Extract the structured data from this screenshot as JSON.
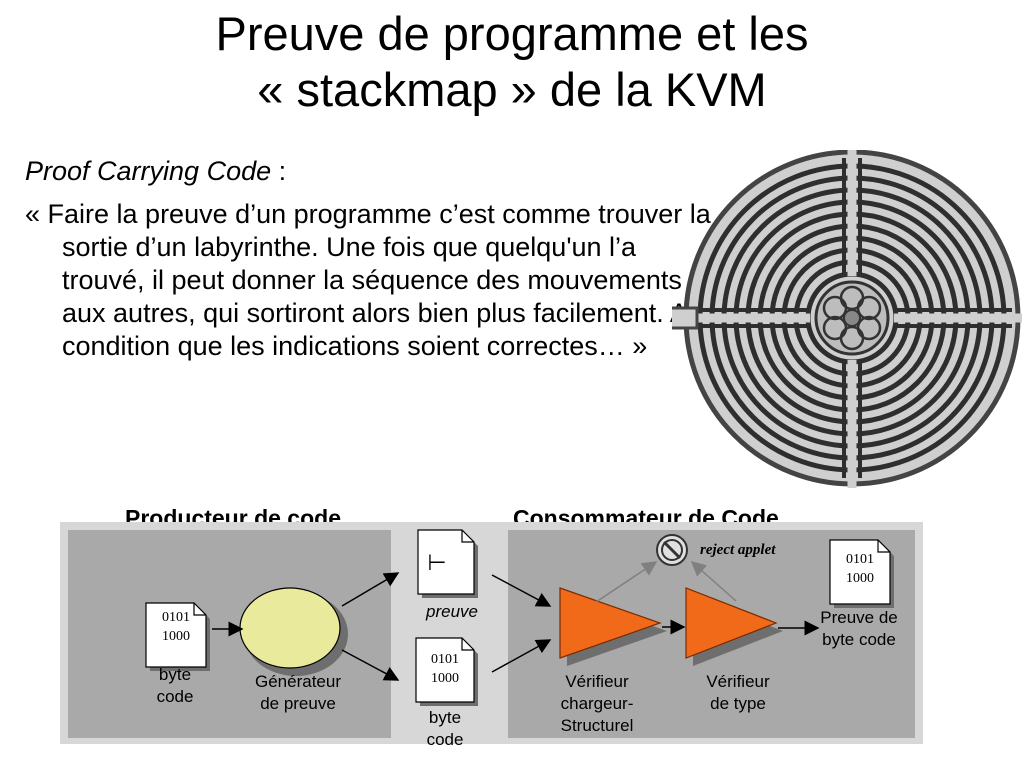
{
  "title_line1": "Preuve de programme et les",
  "title_line2": "« stackmap » de la KVM",
  "subtitle_em": "Proof Carrying Code",
  "subtitle_rest": " :",
  "quote": "« Faire la preuve d’un programme c’est comme trouver la sortie d’un labyrinthe. Une fois que quelqu'un l’a trouvé, il peut donner la séquence des mouvements aux autres, qui sortiront alors bien plus facilement. A condition que les indications soient correctes… »",
  "diagram": {
    "producer_label": "Producteur de code",
    "consumer_label": "Consommateur de Code",
    "bytecode_doc_l1": "0101",
    "bytecode_doc_l2": "1000",
    "byte_code_l1": "byte",
    "byte_code_l2": "code",
    "generator_l1": "Générateur",
    "generator_l2": "de preuve",
    "proof_symbol": "⊢",
    "preuve_label": "preuve",
    "reject_label": "reject applet",
    "verifier1_l1": "Vérifieur",
    "verifier1_l2": "chargeur-",
    "verifier1_l3": "Structurel",
    "verifier2_l1": "Vérifieur",
    "verifier2_l2": "de type",
    "output_l1": "Preuve de",
    "output_l2": "byte code"
  },
  "colors": {
    "panel_outer": "#d7d7d7",
    "panel_inner": "#a9a9a9",
    "ellipse": "#e9ea9c",
    "triangle": "#f06a1a",
    "accent_text": "#000000"
  }
}
